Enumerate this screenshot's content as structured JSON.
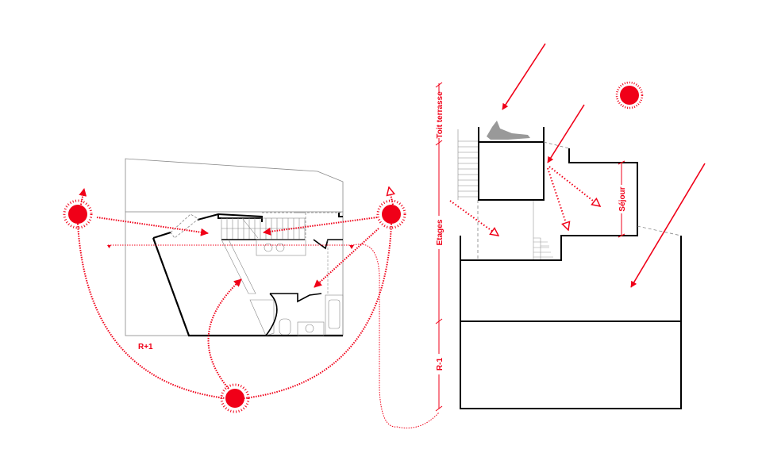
{
  "plan": {
    "level_label": "R+1"
  },
  "section": {
    "levels": [
      "Toit terrasse",
      "Etages",
      "R-1"
    ],
    "room_label": "Séjour"
  },
  "colors": {
    "accent": "#f00018",
    "wall": "#000000",
    "thin": "#888888"
  }
}
